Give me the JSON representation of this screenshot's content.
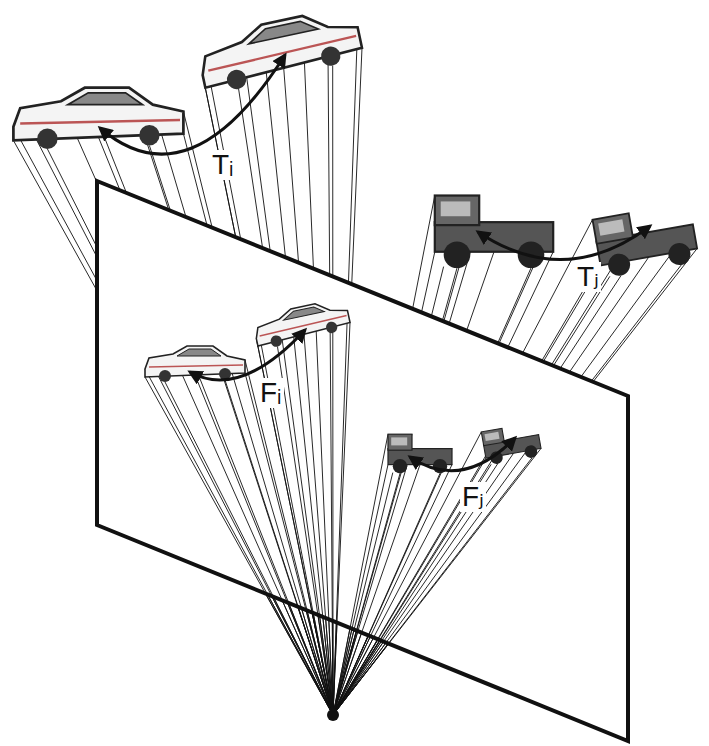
{
  "diagram": {
    "labels": [
      "Tᵢ",
      "Tⱼ",
      "Fᵢ",
      "Fⱼ"
    ]
  }
}
